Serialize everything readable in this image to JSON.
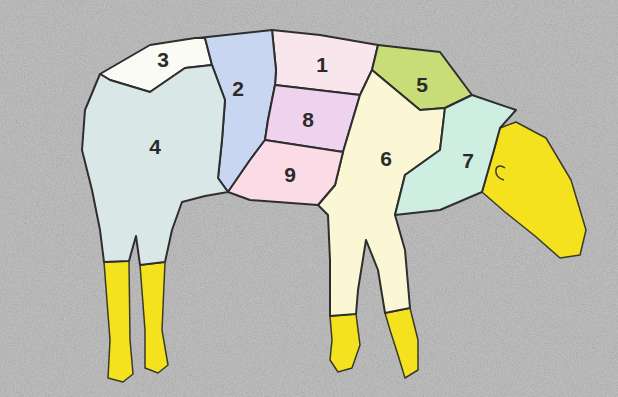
{
  "diagram": {
    "nodes": [
      {
        "text": [
          "3"
        ]
      },
      {
        "text": [
          "1"
        ]
      },
      {
        "text": [
          "2"
        ]
      },
      {
        "text": [
          "5"
        ]
      },
      {
        "text": [
          "8"
        ]
      },
      {
        "text": [
          "4"
        ]
      },
      {
        "text": [
          "6"
        ]
      },
      {
        "text": [
          "7"
        ]
      },
      {
        "text": [
          "9"
        ]
      }
    ]
  }
}
